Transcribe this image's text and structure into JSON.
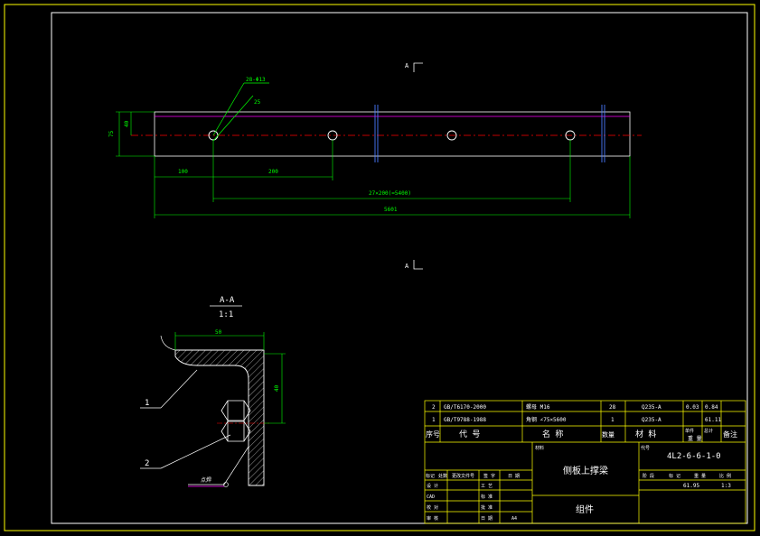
{
  "section_marks": {
    "top": "A",
    "bottom": "A"
  },
  "view_label": {
    "title": "A-A",
    "scale": "1:1"
  },
  "dimensions": {
    "hole_callout": "28-Φ13",
    "hole_sub": "25",
    "height_left": "75",
    "height_inner": "40",
    "dim_100": "100",
    "dim_200": "200",
    "dim_pattern": "27×200(=5400)",
    "dim_total": "5601",
    "sec_width": "50",
    "sec_height": "40"
  },
  "leaders": {
    "one": "1",
    "two": "2",
    "weld": "点焊"
  },
  "bom": {
    "rows": [
      {
        "seq": "2",
        "code": "GB/T6170-2000",
        "name": "螺母 M16",
        "qty": "28",
        "material": "Q235-A",
        "unit": "0.03",
        "total": "0.84",
        "note": ""
      },
      {
        "seq": "1",
        "code": "GB/T9788-1988",
        "name": "角钢 ∠75×5600",
        "qty": "1",
        "material": "Q235-A",
        "unit": "",
        "total": "61.11",
        "note": ""
      }
    ],
    "header": {
      "seq": "序号",
      "code": "代  号",
      "name": "名  称",
      "qty": "数量",
      "material": "材  料",
      "unit_weight": "单件",
      "total_weight": "总计",
      "weight": "重  量",
      "note": "备注"
    }
  },
  "title_block": {
    "drawing_name": "侧板上撑梁",
    "category": "组件",
    "drawing_number": "4L2-6-6-1-0",
    "label_material": "材料",
    "label_code": "代号",
    "rev_header": [
      "标记",
      "处数",
      "更改文件号",
      "签 字",
      "日 期"
    ],
    "roles": [
      "设 计",
      "CAD",
      "校 对",
      "审 核"
    ],
    "roles2": [
      "工 艺",
      "标 准",
      "批 准",
      "日 期"
    ],
    "stage_header": [
      "阶 段",
      "标 记",
      "重 量",
      "比 例"
    ],
    "weight": "61.95",
    "scale": "1:3",
    "sheet_note": "A4"
  }
}
